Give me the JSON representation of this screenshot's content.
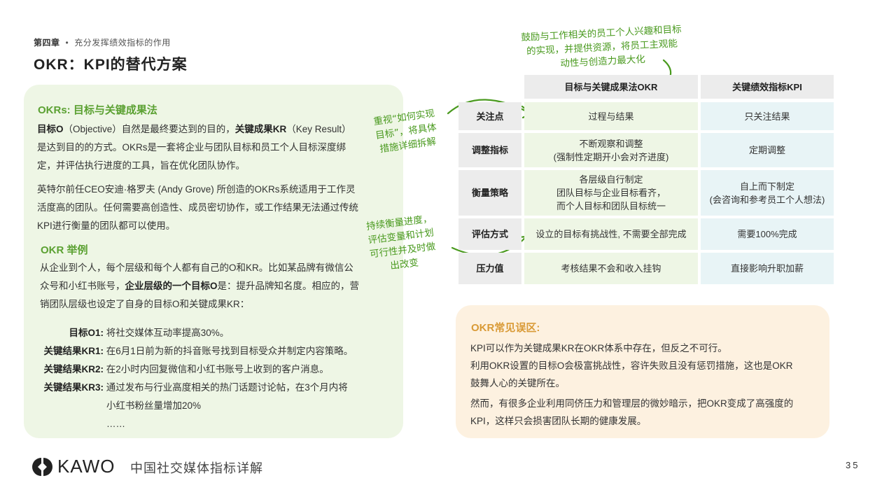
{
  "header": {
    "chapter": "第四章",
    "chapter_dot": "•",
    "chapter_subtitle": "充分发挥绩效指标的作用",
    "title": "OKR：KPI的替代方案"
  },
  "green_panel": {
    "heading": "OKRs: 目标与关键成果法",
    "p1": {
      "a": "目标O",
      "b": "（Objective）自然是最终要达到的目的，",
      "c": "关键成果KR",
      "d": "（Key Result）是达到目的的方式。OKRs是一套将企业与团队目标和员工个人目标深度绑定，并评估执行进度的工具，旨在优化团队协作。"
    },
    "p2": "英特尔前任CEO安迪·格罗夫 (Andy Grove) 所创造的OKRs系统适用于工作灵活度高的团队。任何需要高创造性、成员密切协作，或工作结果无法通过传统KPI进行衡量的团队都可以使用。",
    "example_heading": "OKR 举例",
    "p3": {
      "a": "从企业到个人，每个层级和每个人都有自己的O和KR。比如某品牌有微信公众号和小红书账号，",
      "b": "企业层级的一个目标O",
      "c": "是：提升品牌知名度。相应的，营销团队层级也设定了自身的目标O和关键成果KR："
    },
    "krs": [
      {
        "label": "目标O1:",
        "text": "将社交媒体互动率提高30%。"
      },
      {
        "label": "关键结果KR1:",
        "text": "在6月1日前为新的抖音账号找到目标受众并制定内容策略。"
      },
      {
        "label": "关键结果KR2:",
        "text": "在2小时内回复微信和小红书账号上收到的客户消息。"
      },
      {
        "label": "关键结果KR3:",
        "text": "通过发布与行业高度相关的热门话题讨论帖，在3个月内将"
      }
    ],
    "kr3_cont": "小红书粉丝量增加20%",
    "ellipsis": "……"
  },
  "notes": {
    "top": [
      "鼓励与工作相关的员工个人兴趣和目标",
      "的实现，并提供资源，将员工主观能",
      "动性与创造力最大化"
    ],
    "middle": [
      "重视“如何实现",
      "目标”，将具体",
      "措施详细拆解"
    ],
    "bottom": [
      "持续衡量进度，",
      "评估变量和计划",
      "可行性并及时做",
      "出改变"
    ]
  },
  "table": {
    "headers": [
      "目标与关键成果法OKR",
      "关键绩效指标KPI"
    ],
    "rows": [
      {
        "label": "关注点",
        "okr": [
          "过程与结果"
        ],
        "kpi": [
          "只关注结果"
        ]
      },
      {
        "label": "调整指标",
        "okr": [
          "不断观察和调整",
          "(强制性定期开小会对齐进度)"
        ],
        "kpi": [
          "定期调整"
        ]
      },
      {
        "label": "衡量策略",
        "okr": [
          "各层级自行制定",
          "团队目标与企业目标看齐，",
          "而个人目标和团队目标统一"
        ],
        "kpi": [
          "自上而下制定",
          "(会咨询和参考员工个人想法)"
        ]
      },
      {
        "label": "评估方式",
        "okr": [
          "设立的目标有挑战性, 不需要全部完成"
        ],
        "kpi": [
          "需要100%完成"
        ]
      },
      {
        "label": "压力值",
        "okr": [
          "考核结果不会和收入挂钩"
        ],
        "kpi": [
          "直接影响升职加薪"
        ]
      }
    ]
  },
  "orange_panel": {
    "heading": "OKR常见误区:",
    "p1": "KPI可以作为关键成果KR在OKR体系中存在，但反之不可行。",
    "p2": "利用OKR设置的目标O会极富挑战性，容许失败且没有惩罚措施，这也是OKR鼓舞人心的关键所在。",
    "p3": "然而，有很多企业利用同侪压力和管理层的微妙暗示，把OKR变成了高强度的KPI，这样只会损害团队长期的健康发展。"
  },
  "footer": {
    "logo_text": "KAWO",
    "subtitle": "中国社交媒体指标详解",
    "page": "35"
  },
  "colors": {
    "green_accent": "#5ba132",
    "green_bg": "#eef6e5",
    "kpi_bg": "#e8f4f6",
    "orange_accent": "#d99a36",
    "orange_bg": "#fdf1e0",
    "header_gray": "#ececec"
  }
}
